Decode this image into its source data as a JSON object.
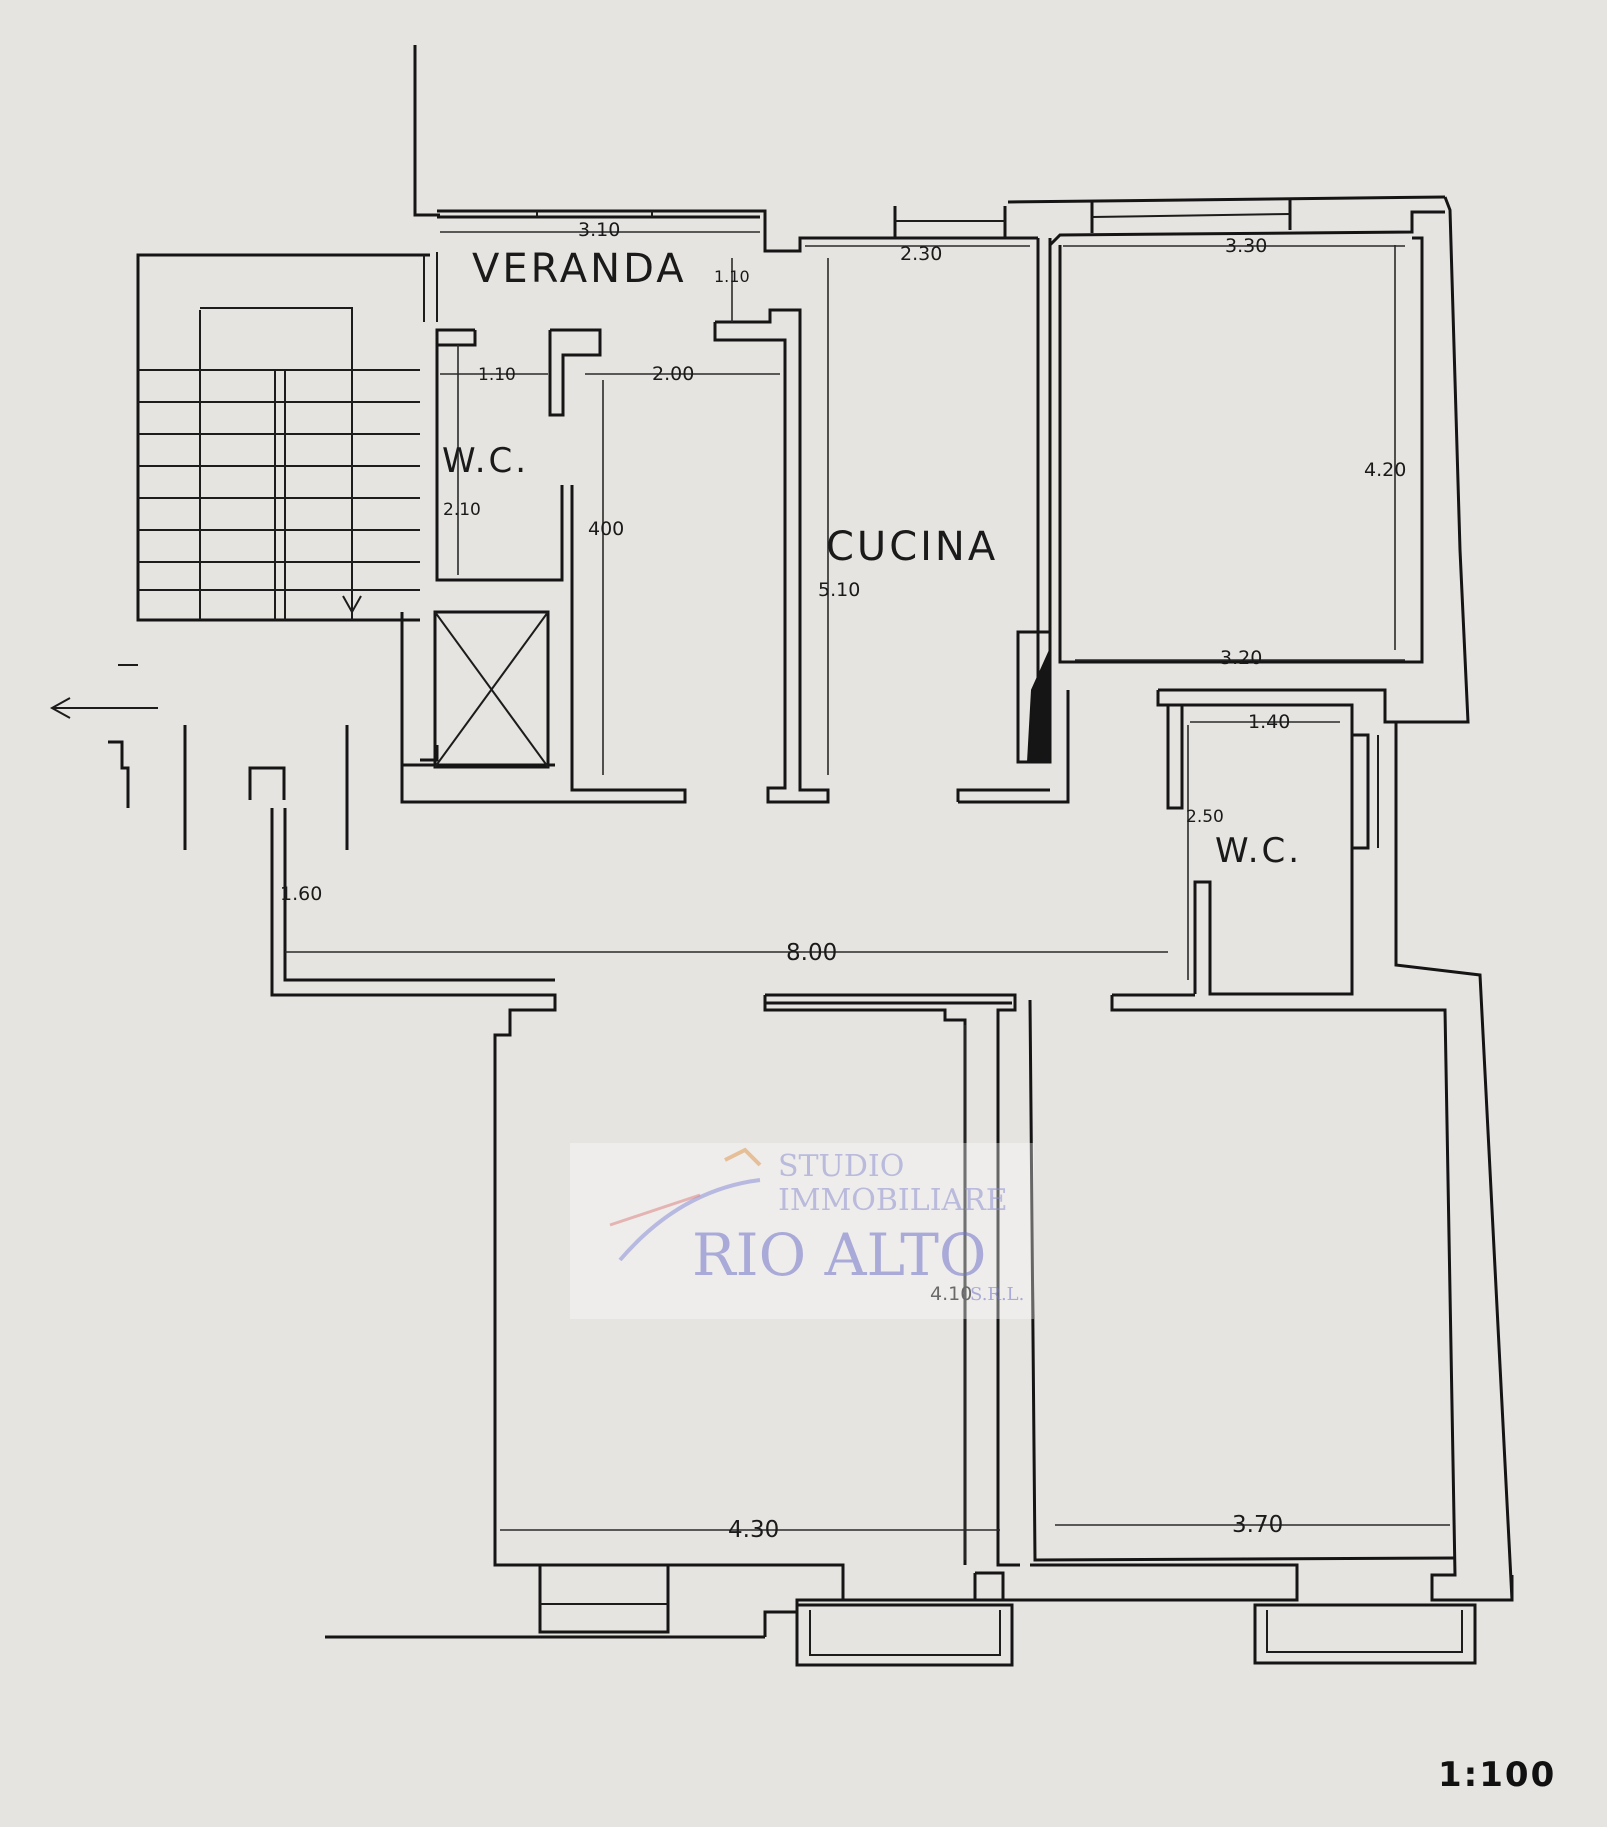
{
  "rooms": {
    "veranda": "VERANDA",
    "wc_top": "W.C.",
    "cucina": "CUCINA",
    "wc_right": "W.C."
  },
  "dimensions": {
    "veranda_width": "3.10",
    "veranda_depth": "1.10",
    "kitchen_width": "2.30",
    "room_top_right_width": "3.30",
    "wc_width": "1.10",
    "corridor_width": "2.00",
    "wc_depth": "2.10",
    "corridor_length": "400",
    "kitchen_length": "5.10",
    "room_top_right_height": "4.20",
    "room_top_right_bottom": "3.20",
    "wc2_width": "1.40",
    "wc2_depth": "2.50",
    "entry_width": "1.60",
    "hall_length": "8.00",
    "room_bottom_left_height": "4.10",
    "room_bottom_left_width": "4.30",
    "room_bottom_right_width": "3.70"
  },
  "scale": "1:100",
  "watermark": {
    "line1": "STUDIO",
    "line2": "IMMOBILIARE",
    "line3": "RIO ALTO",
    "line4": "S.R.L."
  }
}
